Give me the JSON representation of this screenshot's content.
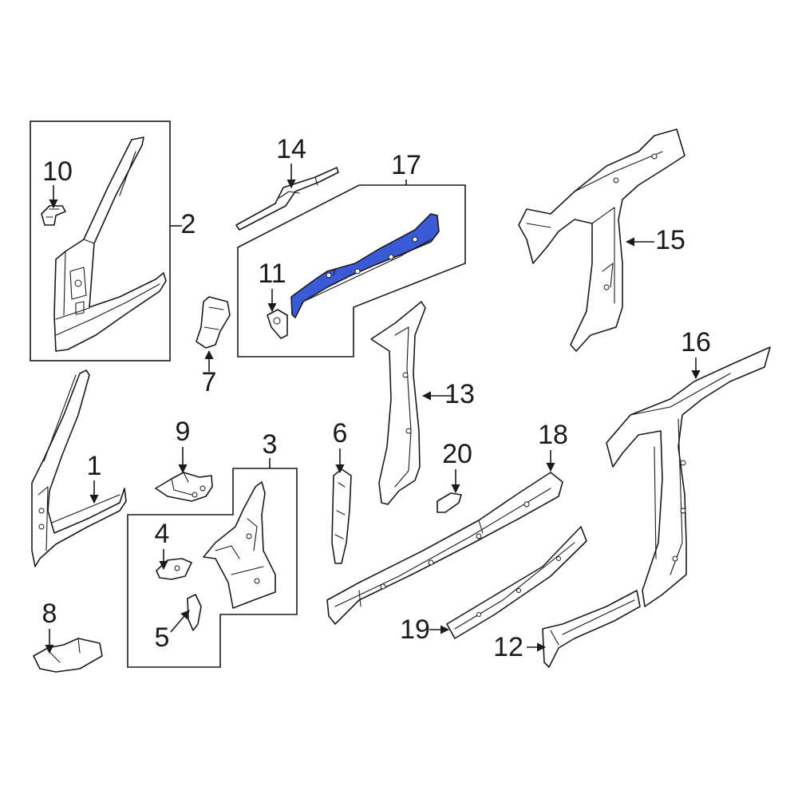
{
  "colors": {
    "highlight": "#3b5bd6",
    "line": "#1a1a1a",
    "background": "#ffffff"
  },
  "callouts": [
    "1",
    "2",
    "3",
    "4",
    "5",
    "6",
    "7",
    "8",
    "9",
    "10",
    "11",
    "12",
    "13",
    "14",
    "15",
    "16",
    "17",
    "18",
    "19",
    "20"
  ]
}
